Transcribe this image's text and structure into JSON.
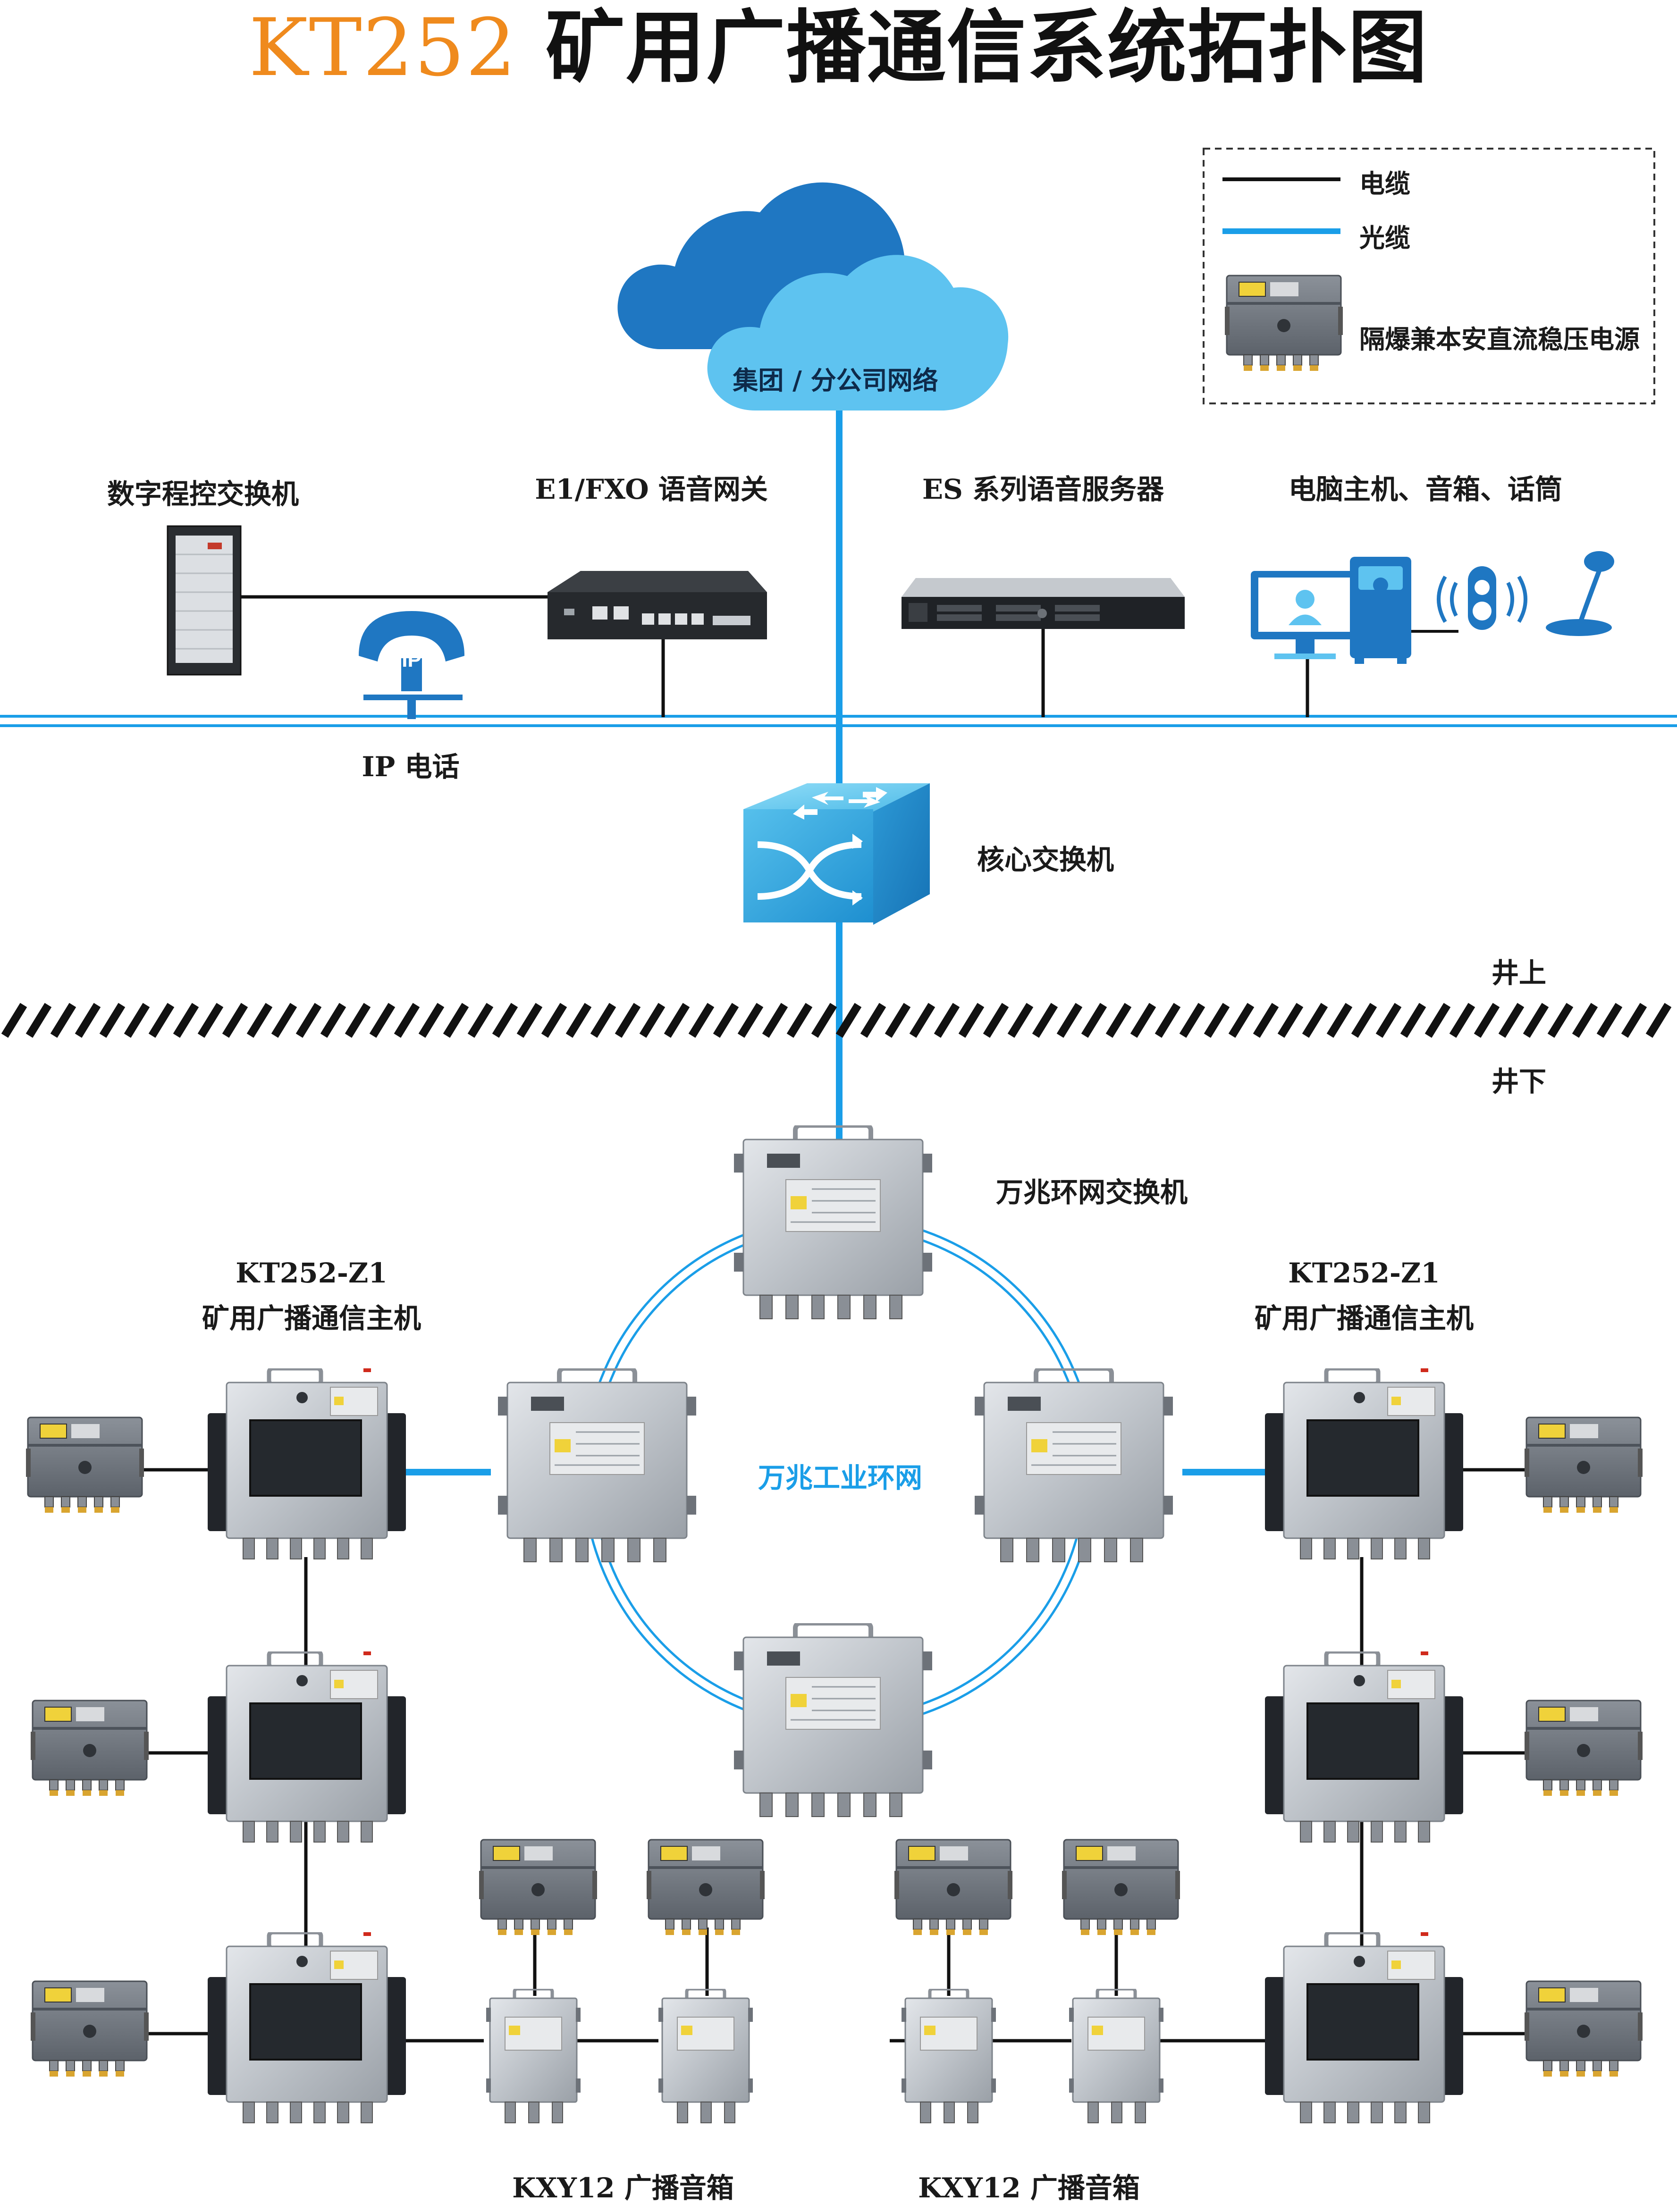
{
  "title": {
    "prefix": "KT252",
    "main": " 矿用广播通信系统拓扑图"
  },
  "colors": {
    "accent": "#ef8a1d",
    "fiber": "#1a9ee8",
    "cable": "#111111",
    "cloud_light": "#5ec3f0",
    "cloud_dark": "#1f77c2",
    "device": "#b9bfc6"
  },
  "legend": {
    "cable": "电缆",
    "fiber": "光缆",
    "power": "隔爆兼本安直流稳压电源"
  },
  "cloud": {
    "label": "集团 / 分公司网络"
  },
  "surface": {
    "pbx": "数字程控交换机",
    "gateway": "E1/FXO 语音网关",
    "server": "ES 系列语音服务器",
    "pc": "电脑主机、音箱、话筒",
    "ipphone": "IP 电话",
    "core_switch": "核心交换机",
    "ip_badge": "IP"
  },
  "boundary": {
    "above": "井上",
    "below": "井下"
  },
  "underground": {
    "ring_switch": "万兆环网交换机",
    "ring_label": "万兆工业环网",
    "host_left": [
      "KT252-Z1",
      "矿用广播通信主机"
    ],
    "host_right": [
      "KT252-Z1",
      "矿用广播通信主机"
    ],
    "speaker_left": "KXY12 广播音箱",
    "speaker_right": "KXY12 广播音箱"
  }
}
